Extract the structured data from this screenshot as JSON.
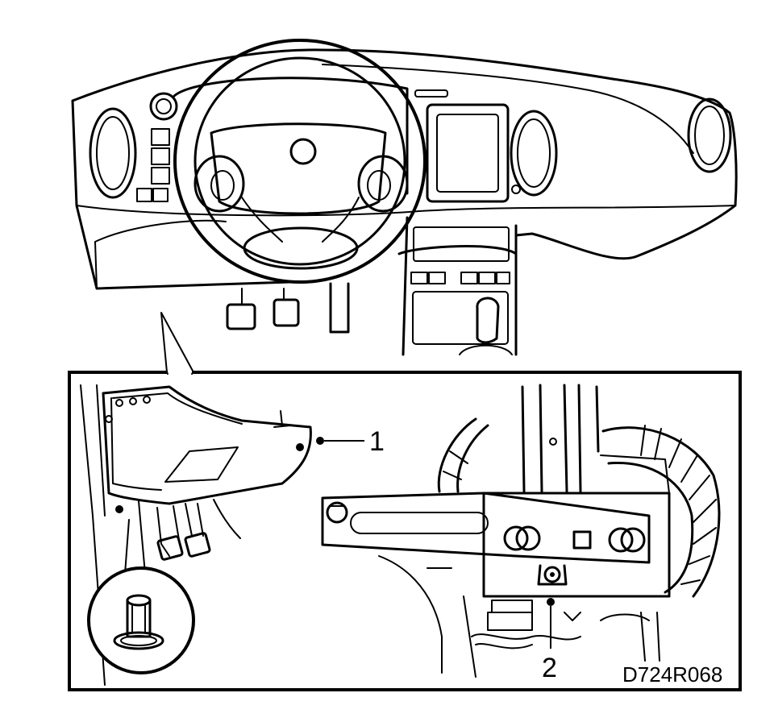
{
  "figure": {
    "callouts": [
      {
        "id": "callout-1",
        "text": "1"
      },
      {
        "id": "callout-2",
        "text": "2"
      }
    ],
    "drawing_code": "D724R068"
  }
}
